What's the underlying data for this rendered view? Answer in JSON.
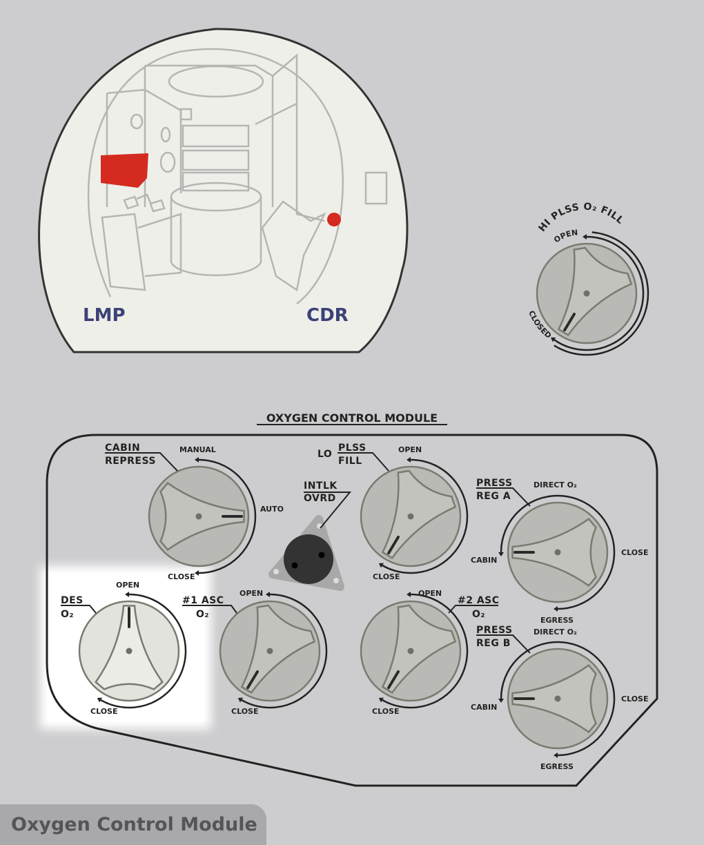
{
  "cabin": {
    "lmp_label": "LMP",
    "cdr_label": "CDR",
    "colors": {
      "highlight": "#d42a20",
      "crew_text": "#3b4277"
    }
  },
  "hi_plss": {
    "title": "HI PLSS O₂ FILL",
    "open": "OPEN",
    "closed": "CLOSED"
  },
  "module": {
    "title": "OXYGEN CONTROL MODULE",
    "cabin_repress": {
      "line1": "CABIN",
      "line2": "REPRESS",
      "manual": "MANUAL",
      "auto": "AUTO",
      "close": "CLOSE"
    },
    "lo_plss": {
      "prefix": "LO",
      "line1": "PLSS",
      "line2": "FILL",
      "open": "OPEN",
      "close": "CLOSE"
    },
    "intlk": {
      "line1": "INTLK",
      "line2": "OVRD"
    },
    "press_reg_a": {
      "line1": "PRESS",
      "line2": "REG A",
      "direct": "DIRECT O₂",
      "close": "CLOSE",
      "egress": "EGRESS",
      "cabin": "CABIN"
    },
    "press_reg_b": {
      "line1": "PRESS",
      "line2": "REG B",
      "direct": "DIRECT O₂",
      "close": "CLOSE",
      "egress": "EGRESS",
      "cabin": "CABIN"
    },
    "des_o2": {
      "line1": "DES",
      "line2": "O₂",
      "open": "OPEN",
      "close": "CLOSE"
    },
    "asc1": {
      "line1": "#1 ASC",
      "line2": "O₂",
      "open": "OPEN",
      "close": "CLOSE"
    },
    "asc2": {
      "line1": "#2 ASC",
      "line2": "O₂",
      "open": "OPEN",
      "close": "CLOSE"
    }
  },
  "footer": {
    "title": "Oxygen Control Module"
  }
}
